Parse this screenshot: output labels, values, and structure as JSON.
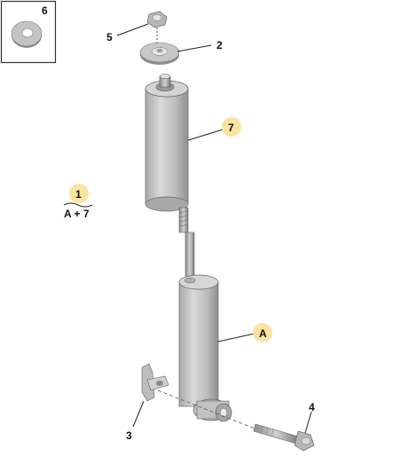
{
  "diagram": {
    "inset_label": "6",
    "callouts": {
      "c1": "1",
      "c1_sub": "A + 7",
      "c2": "2",
      "c3": "3",
      "c4": "4",
      "c5": "5",
      "c7": "7",
      "cA": "A"
    },
    "colors": {
      "part_fill": "#c9c9c9",
      "part_shadow": "#9a9a9a",
      "highlight_badge": "#fbe3a2",
      "line": "#222222"
    }
  }
}
